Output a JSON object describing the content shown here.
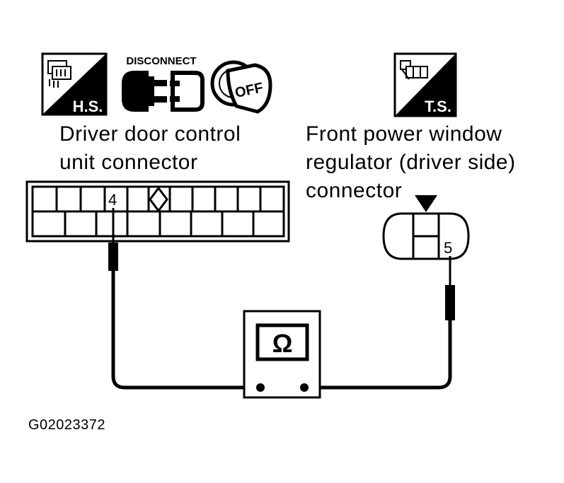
{
  "icons": {
    "harness_side_label": "H.S.",
    "terminal_side_label": "T.S.",
    "disconnect_label": "DISCONNECT",
    "ignition_label": "OFF"
  },
  "left_connector": {
    "caption_line1": "Driver door control",
    "caption_line2": "unit connector",
    "pin": "4"
  },
  "right_connector": {
    "caption_line1": "Front power window",
    "caption_line2": "regulator (driver side)",
    "caption_line3": "connector",
    "pin": "5"
  },
  "meter": {
    "symbol": "Ω"
  },
  "figure_code": "G02023372",
  "colors": {
    "ink": "#000000",
    "paper": "#ffffff"
  }
}
